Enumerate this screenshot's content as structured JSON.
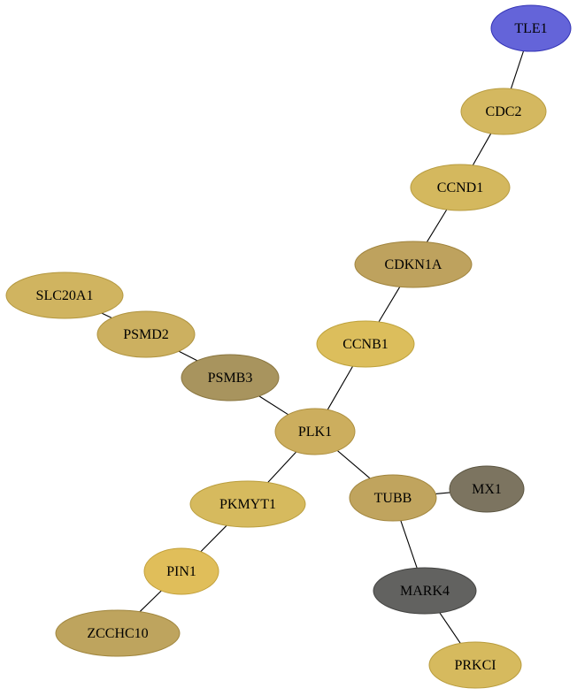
{
  "nodes": [
    {
      "id": "TLE1",
      "label": "TLE1",
      "fill": "#6464d9",
      "stroke": "#3333b5"
    },
    {
      "id": "CDC2",
      "label": "CDC2",
      "fill": "#d4b860",
      "stroke": "#b89c40"
    },
    {
      "id": "CCND1",
      "label": "CCND1",
      "fill": "#d4b85e",
      "stroke": "#b89c40"
    },
    {
      "id": "CDKN1A",
      "label": "CDKN1A",
      "fill": "#bea25e",
      "stroke": "#a0843e"
    },
    {
      "id": "CCNB1",
      "label": "CCNB1",
      "fill": "#dcbe5c",
      "stroke": "#bea23c"
    },
    {
      "id": "SLC20A1",
      "label": "SLC20A1",
      "fill": "#d0b460",
      "stroke": "#b49840"
    },
    {
      "id": "PSMD2",
      "label": "PSMD2",
      "fill": "#ccb060",
      "stroke": "#b09440"
    },
    {
      "id": "PSMB3",
      "label": "PSMB3",
      "fill": "#a8945e",
      "stroke": "#8a7640"
    },
    {
      "id": "PLK1",
      "label": "PLK1",
      "fill": "#ccae5e",
      "stroke": "#ae9040"
    },
    {
      "id": "PKMYT1",
      "label": "PKMYT1",
      "fill": "#d6ba5e",
      "stroke": "#ba9e3e"
    },
    {
      "id": "TUBB",
      "label": "TUBB",
      "fill": "#c0a45e",
      "stroke": "#a2863e"
    },
    {
      "id": "MX1",
      "label": "MX1",
      "fill": "#7c7460",
      "stroke": "#5a5440"
    },
    {
      "id": "PIN1",
      "label": "PIN1",
      "fill": "#e0be5a",
      "stroke": "#c2a03a"
    },
    {
      "id": "MARK4",
      "label": "MARK4",
      "fill": "#626260",
      "stroke": "#444442"
    },
    {
      "id": "ZCCHC10",
      "label": "ZCCHC10",
      "fill": "#bea45e",
      "stroke": "#a0863e"
    },
    {
      "id": "PRKCI",
      "label": "PRKCI",
      "fill": "#d6ba5e",
      "stroke": "#b89c3e"
    }
  ],
  "edges": [
    [
      "TLE1",
      "CDC2"
    ],
    [
      "CDC2",
      "CCND1"
    ],
    [
      "CCND1",
      "CDKN1A"
    ],
    [
      "CDKN1A",
      "CCNB1"
    ],
    [
      "CCNB1",
      "PLK1"
    ],
    [
      "SLC20A1",
      "PSMD2"
    ],
    [
      "PSMD2",
      "PSMB3"
    ],
    [
      "PSMB3",
      "PLK1"
    ],
    [
      "PLK1",
      "PKMYT1"
    ],
    [
      "PLK1",
      "TUBB"
    ],
    [
      "TUBB",
      "MX1"
    ],
    [
      "TUBB",
      "MARK4"
    ],
    [
      "PKMYT1",
      "PIN1"
    ],
    [
      "PIN1",
      "ZCCHC10"
    ],
    [
      "MARK4",
      "PRKCI"
    ]
  ]
}
